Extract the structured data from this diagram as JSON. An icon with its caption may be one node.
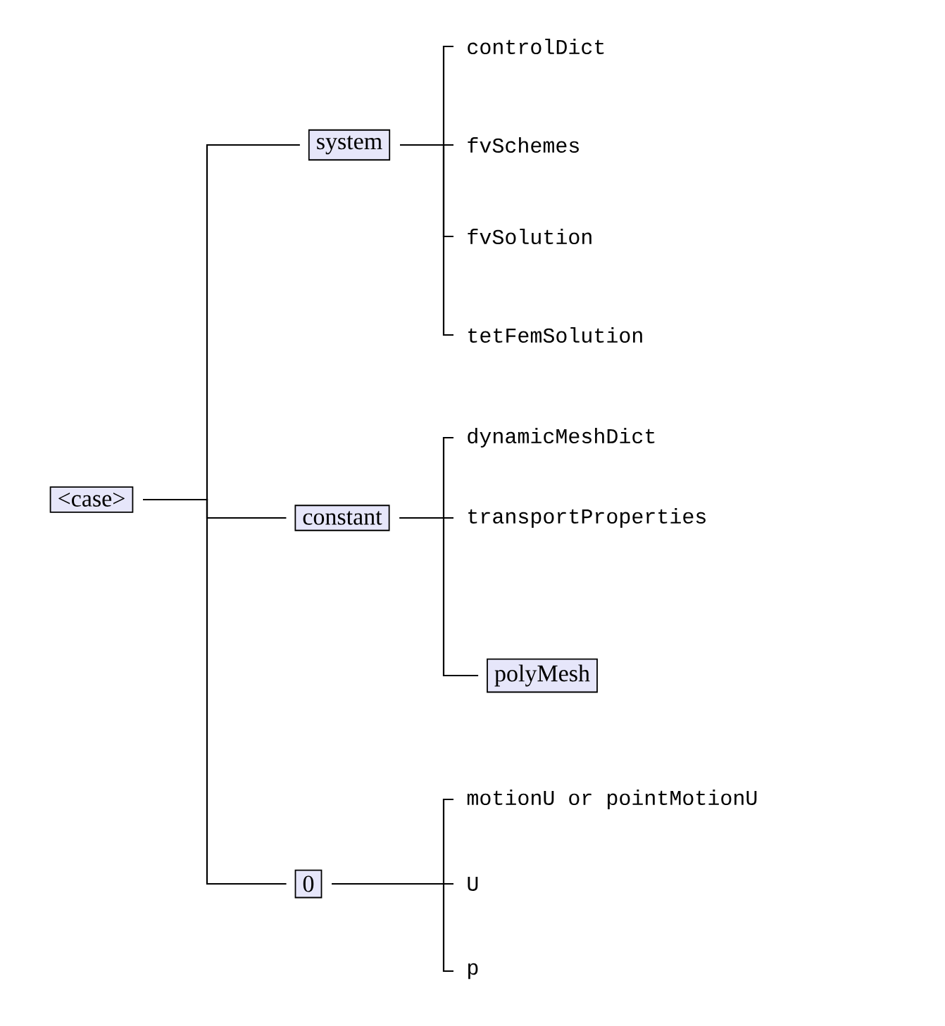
{
  "diagram": {
    "nodes": [
      {
        "text": [
          "<case>"
        ]
      },
      {
        "text": [
          "system"
        ]
      },
      {
        "text": [
          "controlDict"
        ]
      },
      {
        "text": [
          "fvSchemes"
        ]
      },
      {
        "text": [
          "fvSolution"
        ]
      },
      {
        "text": [
          "tetFemSolution"
        ]
      },
      {
        "text": [
          "constant"
        ]
      },
      {
        "text": [
          "dynamicMeshDict"
        ]
      },
      {
        "text": [
          "transportProperties"
        ]
      },
      {
        "text": [
          "polyMesh"
        ]
      },
      {
        "text": [
          "0"
        ]
      },
      {
        "text": [
          "motionU or pointMotionU"
        ]
      },
      {
        "text": [
          "U"
        ]
      },
      {
        "text": [
          "p"
        ]
      }
    ],
    "edges": [
      {
        "from": 0,
        "to": 1,
        "arrow": "none"
      },
      {
        "from": 0,
        "to": 6,
        "arrow": "none"
      },
      {
        "from": 0,
        "to": 10,
        "arrow": "none"
      },
      {
        "from": 1,
        "to": 2,
        "arrow": "none"
      },
      {
        "from": 1,
        "to": 3,
        "arrow": "none"
      },
      {
        "from": 1,
        "to": 4,
        "arrow": "none"
      },
      {
        "from": 1,
        "to": 5,
        "arrow": "none"
      },
      {
        "from": 6,
        "to": 7,
        "arrow": "none"
      },
      {
        "from": 6,
        "to": 8,
        "arrow": "none"
      },
      {
        "from": 6,
        "to": 9,
        "arrow": "none"
      },
      {
        "from": 10,
        "to": 11,
        "arrow": "none"
      },
      {
        "from": 10,
        "to": 12,
        "arrow": "none"
      },
      {
        "from": 10,
        "to": 13,
        "arrow": "none"
      }
    ]
  }
}
